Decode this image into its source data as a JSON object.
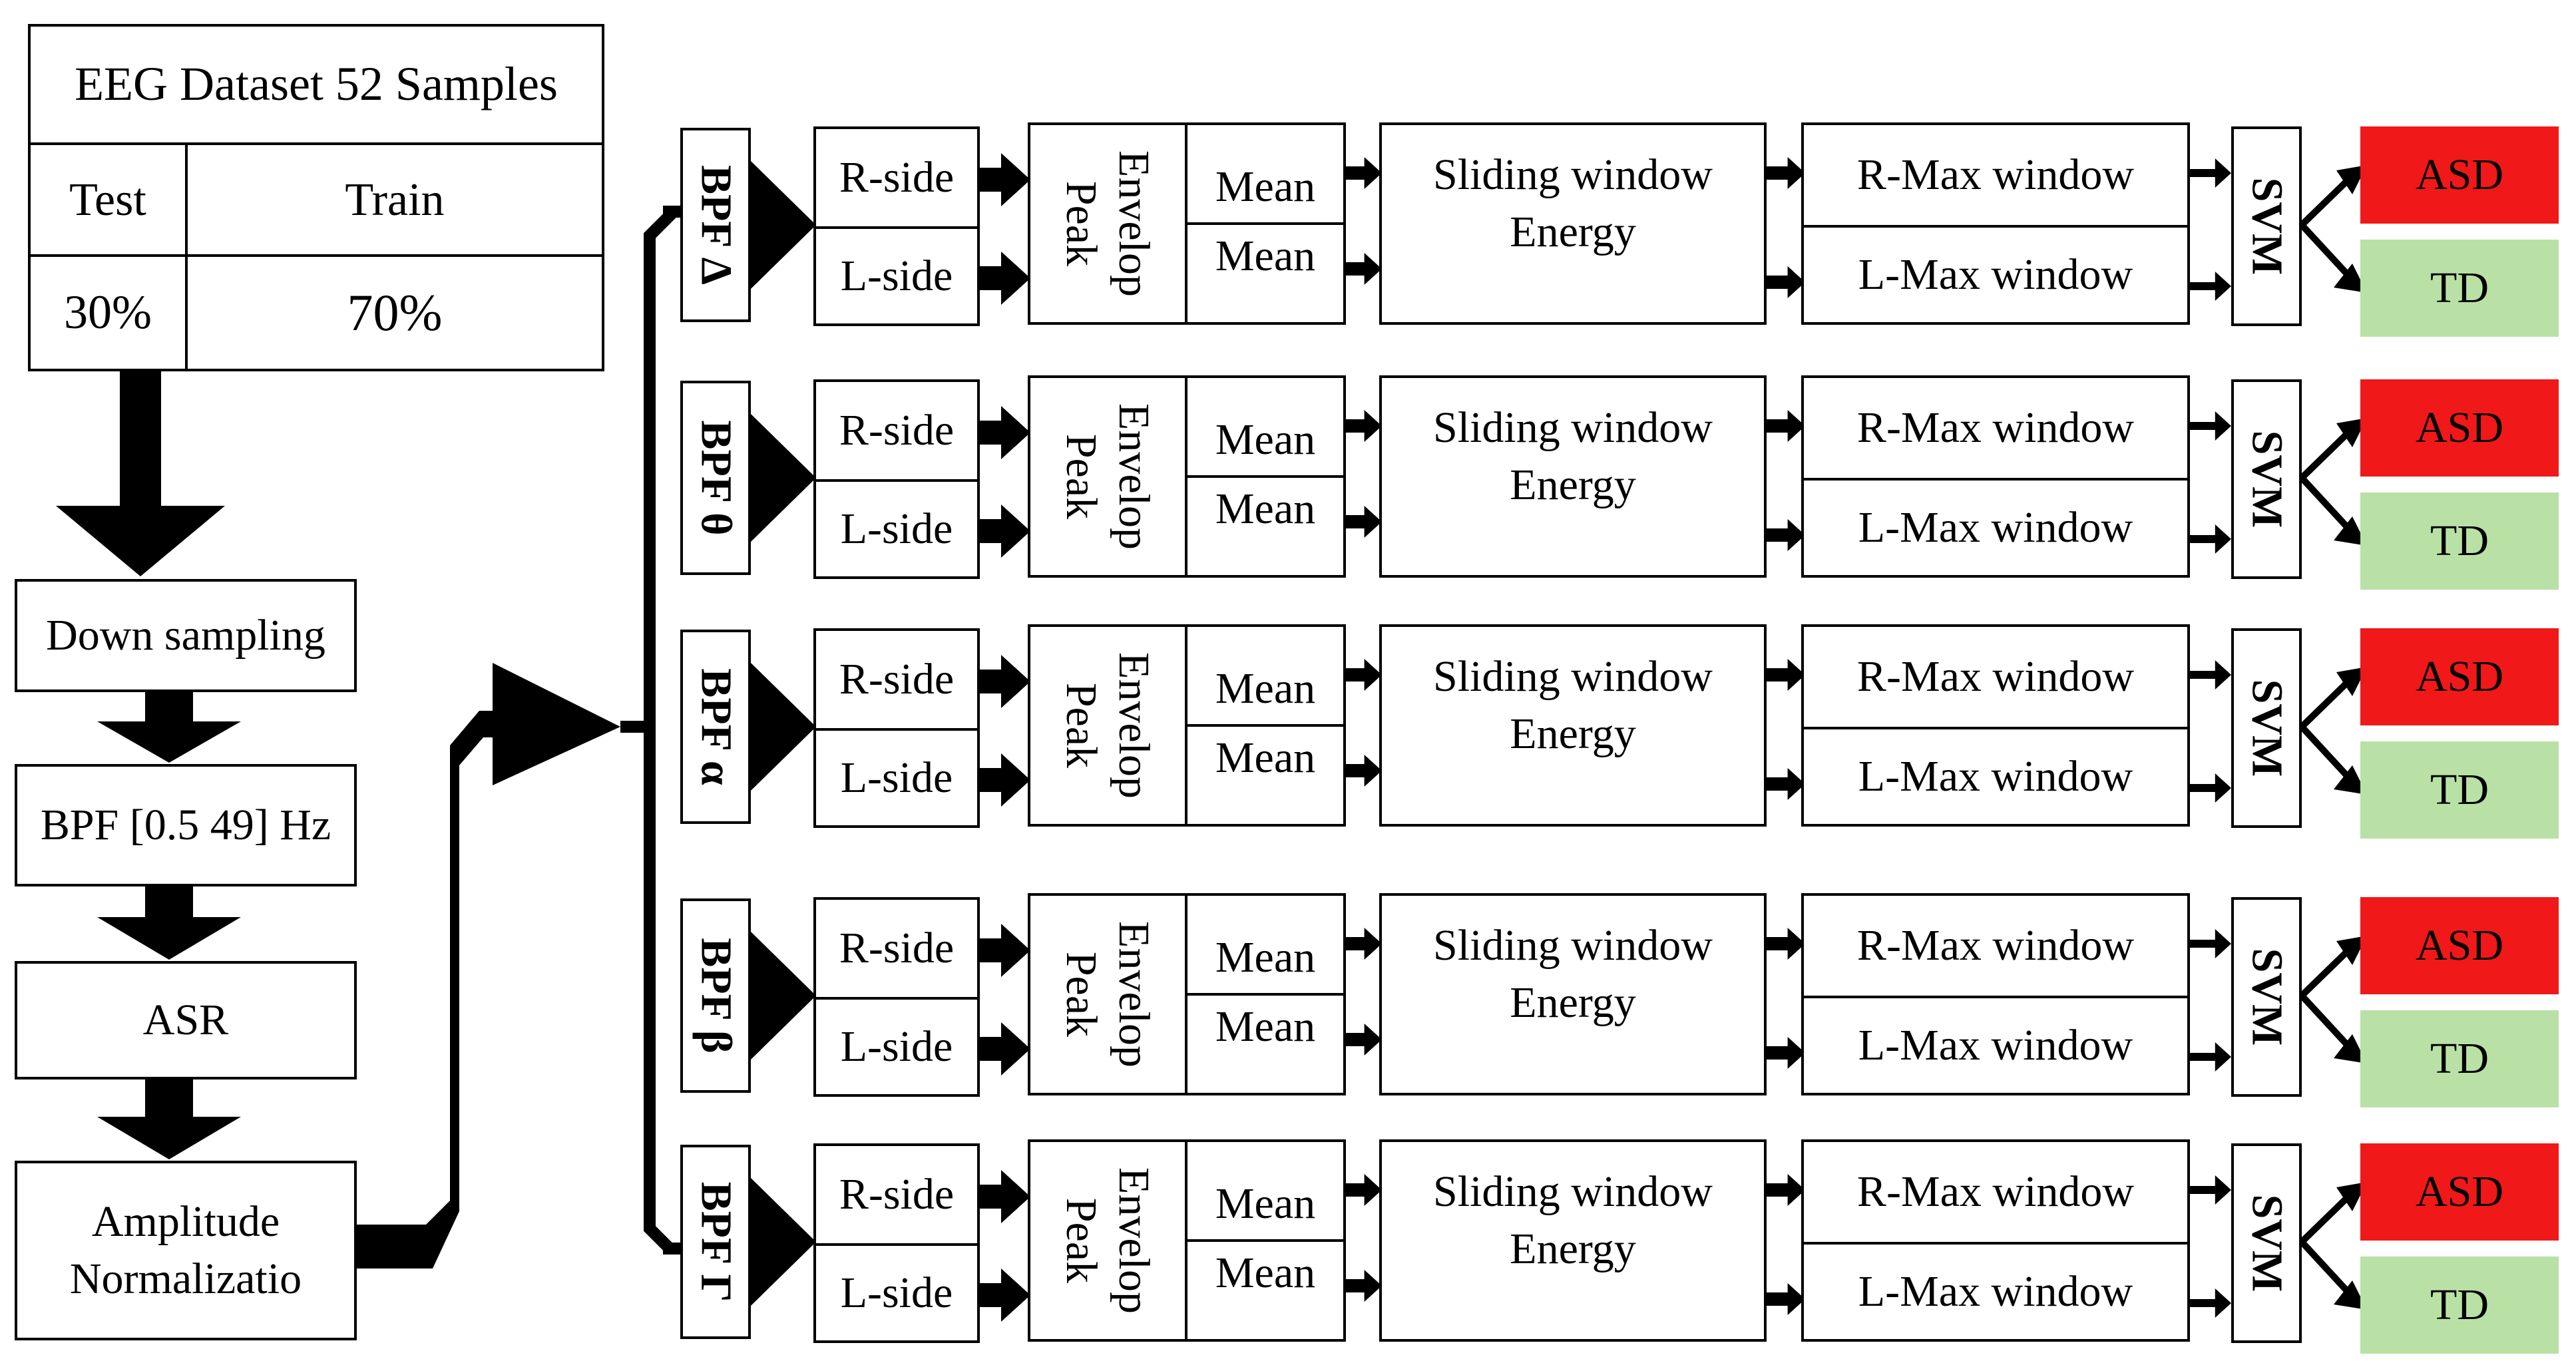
{
  "dataset": {
    "title": "EEG Dataset 52 Samples",
    "test_label": "Test",
    "train_label": "Train",
    "test_value": "30%",
    "train_value": "70%"
  },
  "pipeline": {
    "down_sampling": "Down sampling",
    "bpf_range": "BPF [0.5 49] Hz",
    "asr": "ASR",
    "amp_norm_line1": "Amplitude",
    "amp_norm_line2": "Normalizatio"
  },
  "labels": {
    "r_side": "R-side",
    "l_side": "L-side",
    "peak_envelop_line1": "Peak",
    "peak_envelop_line2": "Envelop",
    "mean": "Mean",
    "sliding_line1": "Sliding window",
    "sliding_line2": "Energy",
    "r_max": "R-Max window",
    "l_max": "L-Max window",
    "svm": "SVM",
    "asd": "ASD",
    "td": "TD"
  },
  "bands": [
    {
      "bpf": "BPF Δ"
    },
    {
      "bpf": "BPF θ"
    },
    {
      "bpf": "BPF α"
    },
    {
      "bpf": "BPF β"
    },
    {
      "bpf": "BPF Γ"
    }
  ],
  "colors": {
    "asd": "#f01818",
    "td": "#b9e1a6",
    "line": "#000000"
  }
}
